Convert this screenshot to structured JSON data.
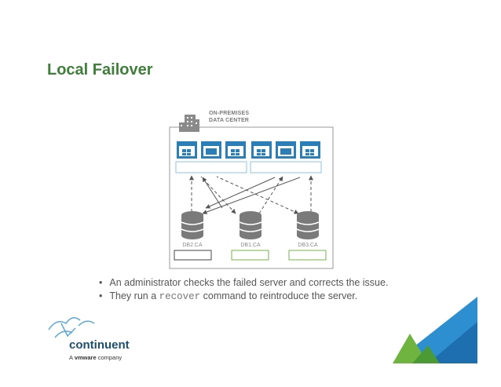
{
  "slide": {
    "title": "Local Failover"
  },
  "diagram": {
    "data_center_label_line1": "ON-PREMISES",
    "data_center_label_line2": "DATA CENTER",
    "databases": [
      {
        "label": "DB2.CA",
        "status_color": "#444444"
      },
      {
        "label": "DB1.CA",
        "status_color": "#7ab04a"
      },
      {
        "label": "DB3.CA",
        "status_color": "#7ab04a"
      }
    ],
    "server_groups": 2,
    "colors": {
      "app_icon": "#2a7fb8",
      "app_bar": "#c9e3f3",
      "db": "#7a7a7a",
      "arrow": "#555555"
    }
  },
  "bullets": {
    "item1": "An administrator checks the failed server and corrects the issue.",
    "item2_pre": "They run a ",
    "item2_cmd": "recover",
    "item2_post": " command to reintroduce the server."
  },
  "logo": {
    "word": "continuent",
    "sub_pre": "A ",
    "sub_brand": "vmware",
    "sub_post": " company"
  },
  "colors": {
    "title": "#3f7f3a",
    "corner_green": "#6fb43f",
    "corner_blue": "#2d8fd0"
  }
}
